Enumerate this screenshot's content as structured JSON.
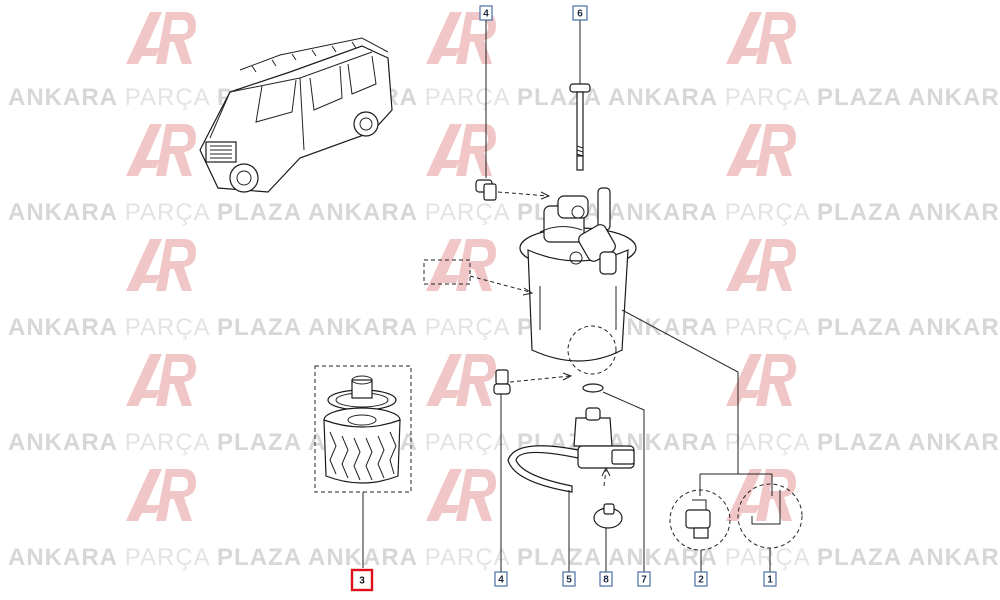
{
  "watermark": {
    "brand_bold_1": "ANKARA",
    "brand_light": "PARÇA",
    "brand_bold_2": "PLAZA",
    "logo_color": "#f1c6c6",
    "text_color": "#d7d7d7"
  },
  "callouts": [
    {
      "id": "c4-top",
      "label": "4"
    },
    {
      "id": "c6",
      "label": "6"
    },
    {
      "id": "c3",
      "label": "3",
      "selected": true
    },
    {
      "id": "c4-bottom",
      "label": "4"
    },
    {
      "id": "c5",
      "label": "5"
    },
    {
      "id": "c8",
      "label": "8"
    },
    {
      "id": "c7",
      "label": "7"
    },
    {
      "id": "c2",
      "label": "2"
    },
    {
      "id": "c1",
      "label": "1"
    }
  ],
  "colors": {
    "callout_border": "#4a6fa5",
    "selected_border": "#e0101a",
    "line": "#222222"
  }
}
